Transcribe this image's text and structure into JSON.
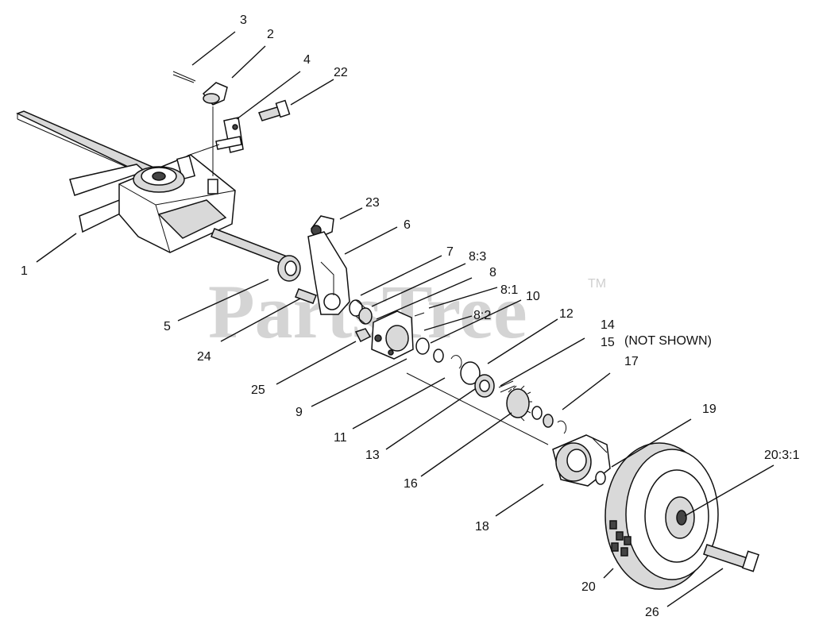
{
  "watermark": {
    "text": "PartsTree",
    "tm": "TM"
  },
  "note": "(NOT SHOWN)",
  "callouts": [
    {
      "id": "c1",
      "label": "1"
    },
    {
      "id": "c2",
      "label": "2"
    },
    {
      "id": "c3",
      "label": "3"
    },
    {
      "id": "c4",
      "label": "4"
    },
    {
      "id": "c5",
      "label": "5"
    },
    {
      "id": "c6",
      "label": "6"
    },
    {
      "id": "c7",
      "label": "7"
    },
    {
      "id": "c8",
      "label": "8"
    },
    {
      "id": "c8_3",
      "label": "8:3"
    },
    {
      "id": "c8_1",
      "label": "8:1"
    },
    {
      "id": "c8_2",
      "label": "8:2"
    },
    {
      "id": "c9",
      "label": "9"
    },
    {
      "id": "c10",
      "label": "10"
    },
    {
      "id": "c11",
      "label": "11"
    },
    {
      "id": "c12",
      "label": "12"
    },
    {
      "id": "c13",
      "label": "13"
    },
    {
      "id": "c14",
      "label": "14"
    },
    {
      "id": "c15",
      "label": "15"
    },
    {
      "id": "c16",
      "label": "16"
    },
    {
      "id": "c17",
      "label": "17"
    },
    {
      "id": "c18",
      "label": "18"
    },
    {
      "id": "c19",
      "label": "19"
    },
    {
      "id": "c20",
      "label": "20"
    },
    {
      "id": "c20_3_1",
      "label": "20:3:1"
    },
    {
      "id": "c22",
      "label": "22"
    },
    {
      "id": "c23",
      "label": "23"
    },
    {
      "id": "c24",
      "label": "24"
    },
    {
      "id": "c25",
      "label": "25"
    },
    {
      "id": "c26",
      "label": "26"
    }
  ]
}
